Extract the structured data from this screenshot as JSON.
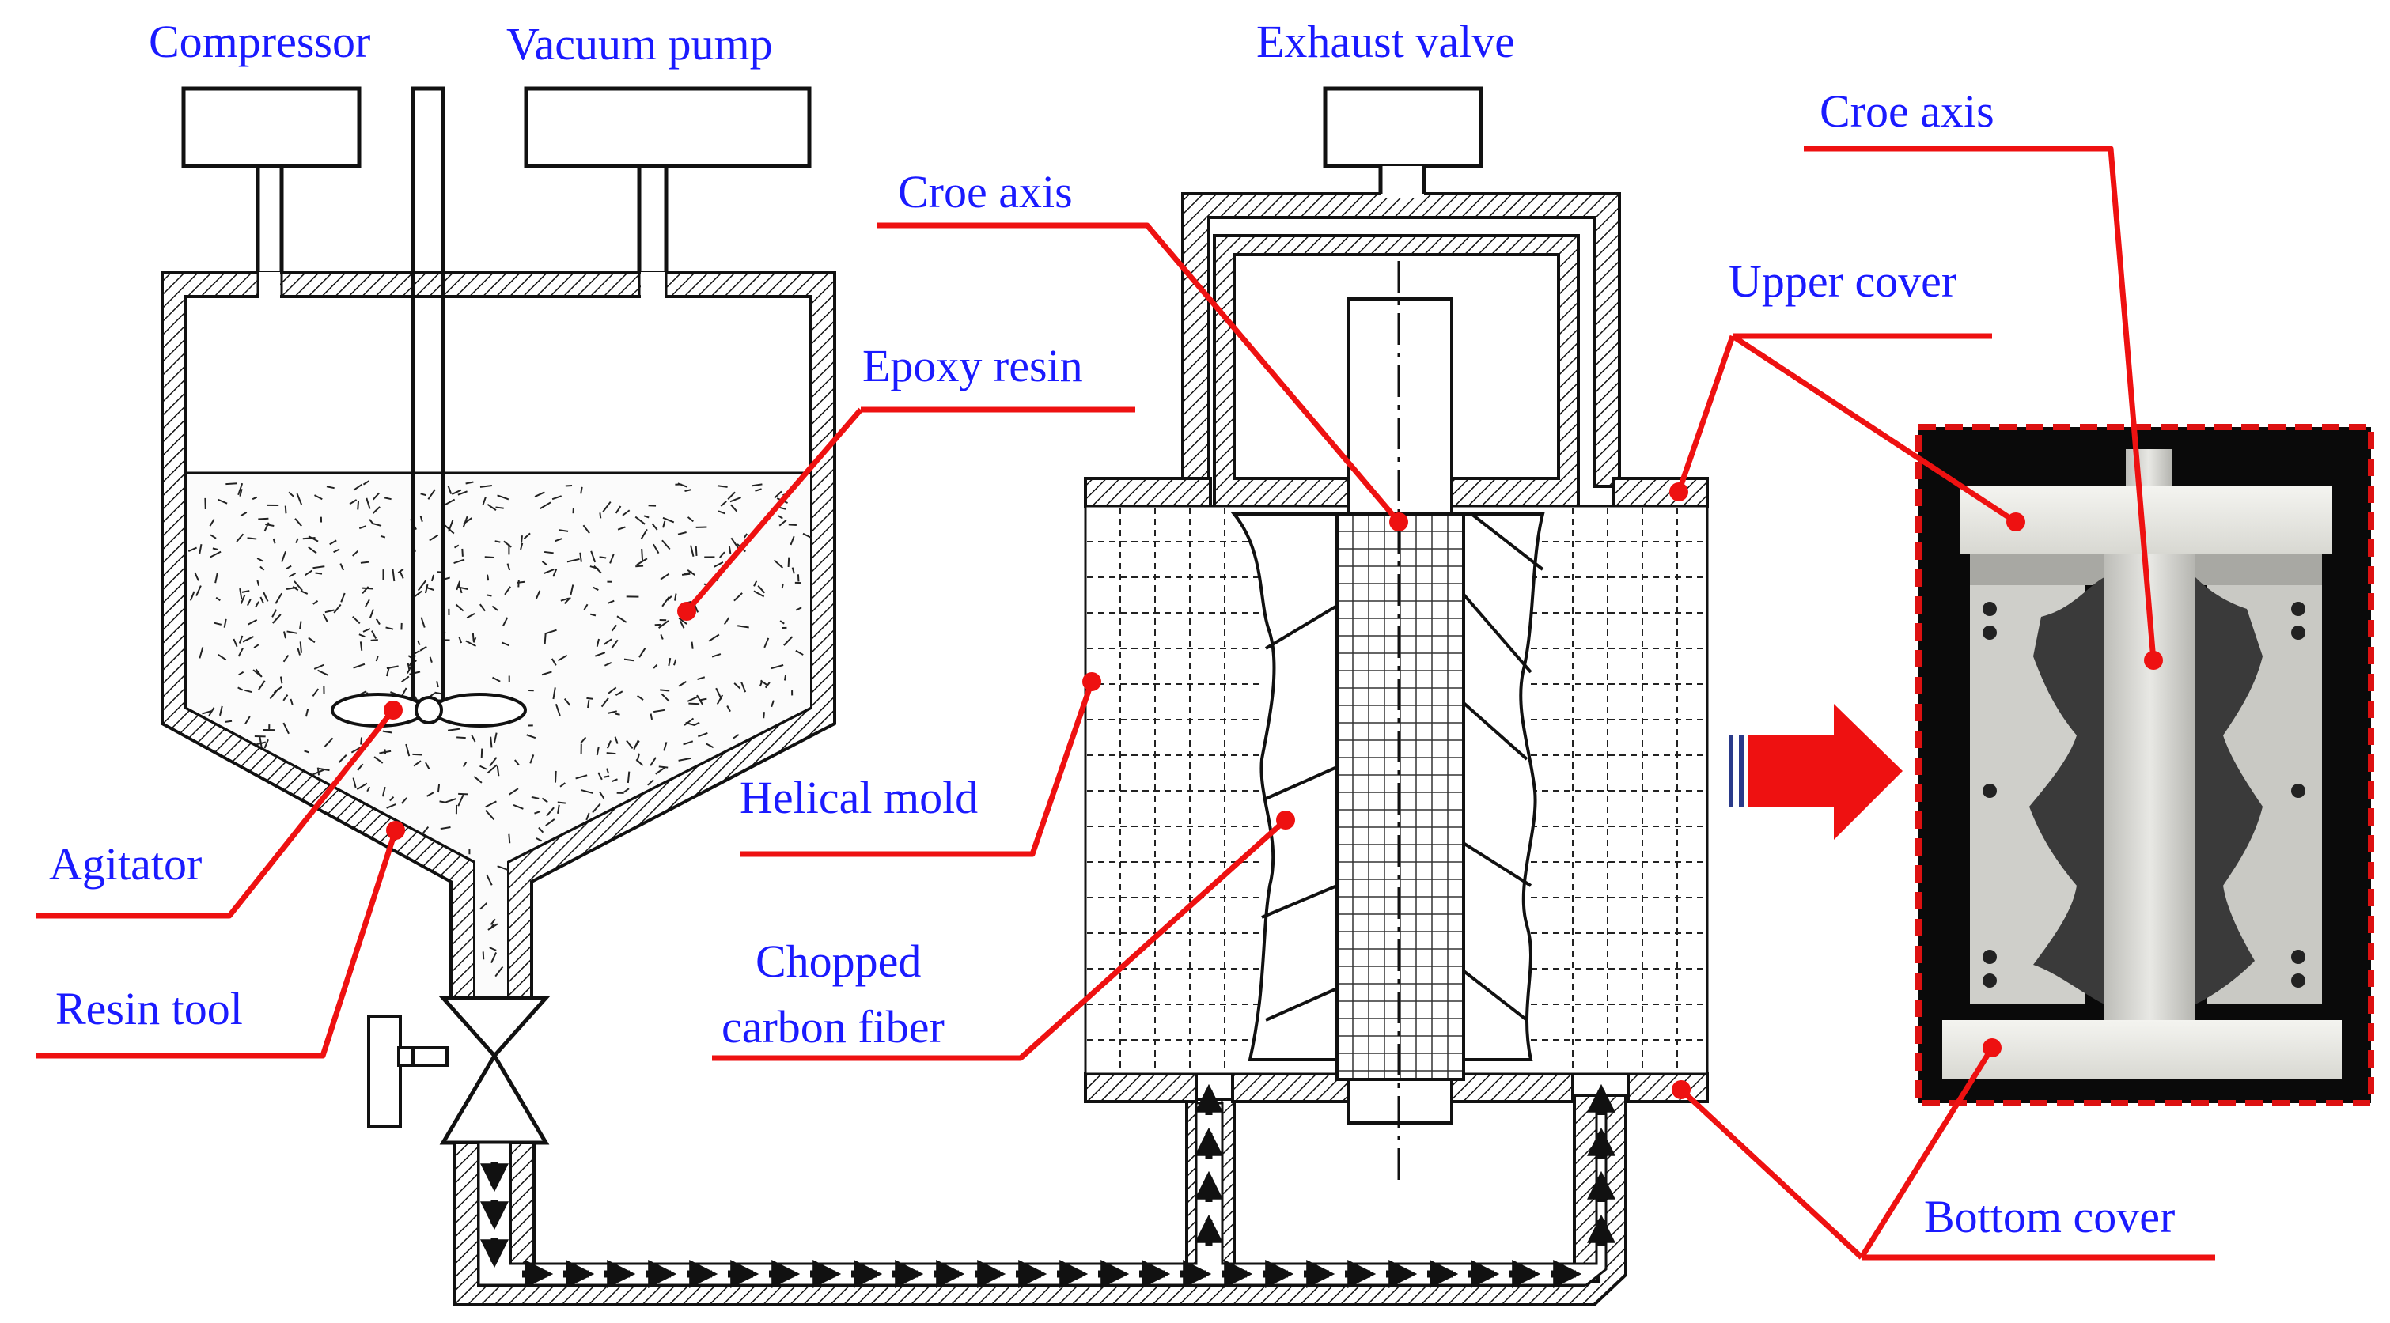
{
  "labels": {
    "compressor": "Compressor",
    "vacuum_pump": "Vacuum pump",
    "exhaust_valve": "Exhaust valve",
    "core_axis_center": "Croe axis",
    "core_axis_photo": "Croe axis",
    "upper_cover": "Upper cover",
    "epoxy_resin": "Epoxy resin",
    "agitator": "Agitator",
    "resin_tool": "Resin tool",
    "helical_mold": "Helical mold",
    "chopped_line1": "Chopped",
    "chopped_line2": "carbon fiber",
    "bottom_cover": "Bottom cover"
  },
  "colors": {
    "label_text": "#1a1aff",
    "leader_line": "#ee1111",
    "outline": "#111111",
    "photo_frame": "#dd1111"
  }
}
